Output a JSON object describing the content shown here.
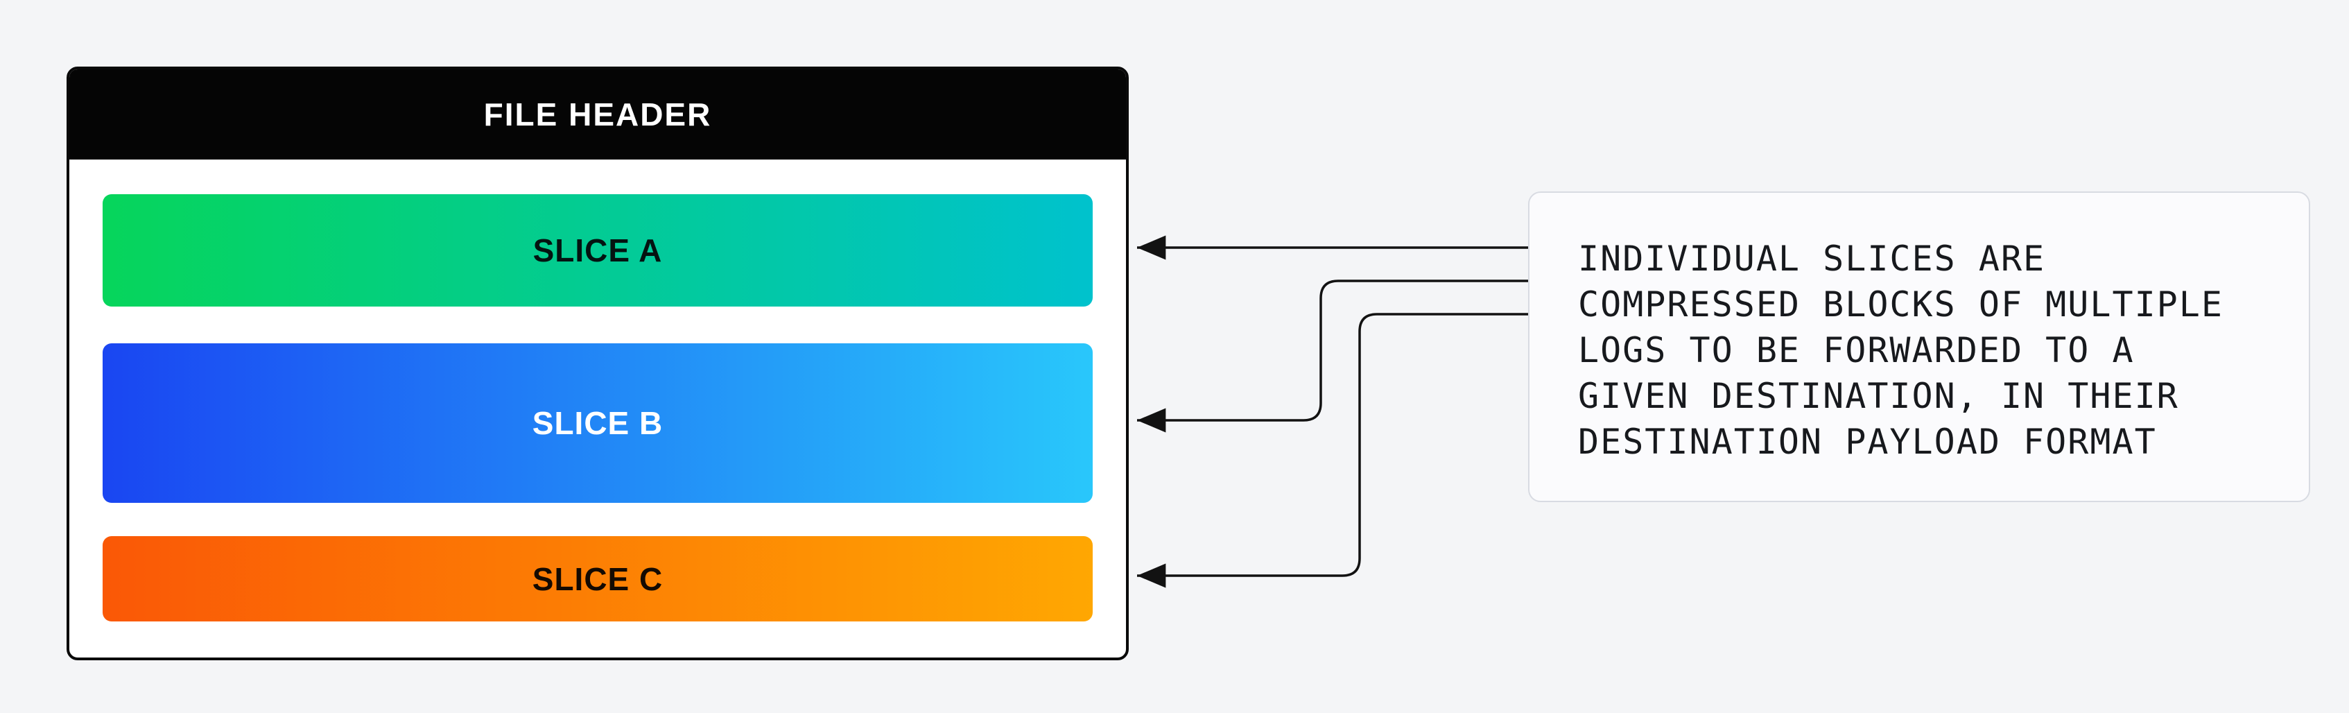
{
  "page": {
    "background": "#f4f5f7"
  },
  "file_box": {
    "header": {
      "label": "FILE HEADER",
      "bg": "#050505",
      "text_color": "#ffffff"
    },
    "slices": [
      {
        "id": "slice-a",
        "label": "SLICE A",
        "gradient_start": "#06d55b",
        "gradient_end": "#00c2cd",
        "text_color": "#041311"
      },
      {
        "id": "slice-b",
        "label": "SLICE B",
        "gradient_start": "#1a46f2",
        "gradient_end": "#29c7fb",
        "text_color": "#ffffff"
      },
      {
        "id": "slice-c",
        "label": "SLICE C",
        "gradient_start": "#fa5806",
        "gradient_end": "#ffa702",
        "text_color": "#140a02"
      }
    ]
  },
  "annotation": {
    "text": "INDIVIDUAL SLICES ARE\nCOMPRESSED BLOCKS OF MULTIPLE\nLOGS TO BE FORWARDED TO A\nGIVEN DESTINATION, IN THEIR\nDESTINATION PAYLOAD FORMAT"
  },
  "arrows": {
    "color": "#121212",
    "targets": [
      "SLICE A",
      "SLICE B",
      "SLICE C"
    ]
  }
}
